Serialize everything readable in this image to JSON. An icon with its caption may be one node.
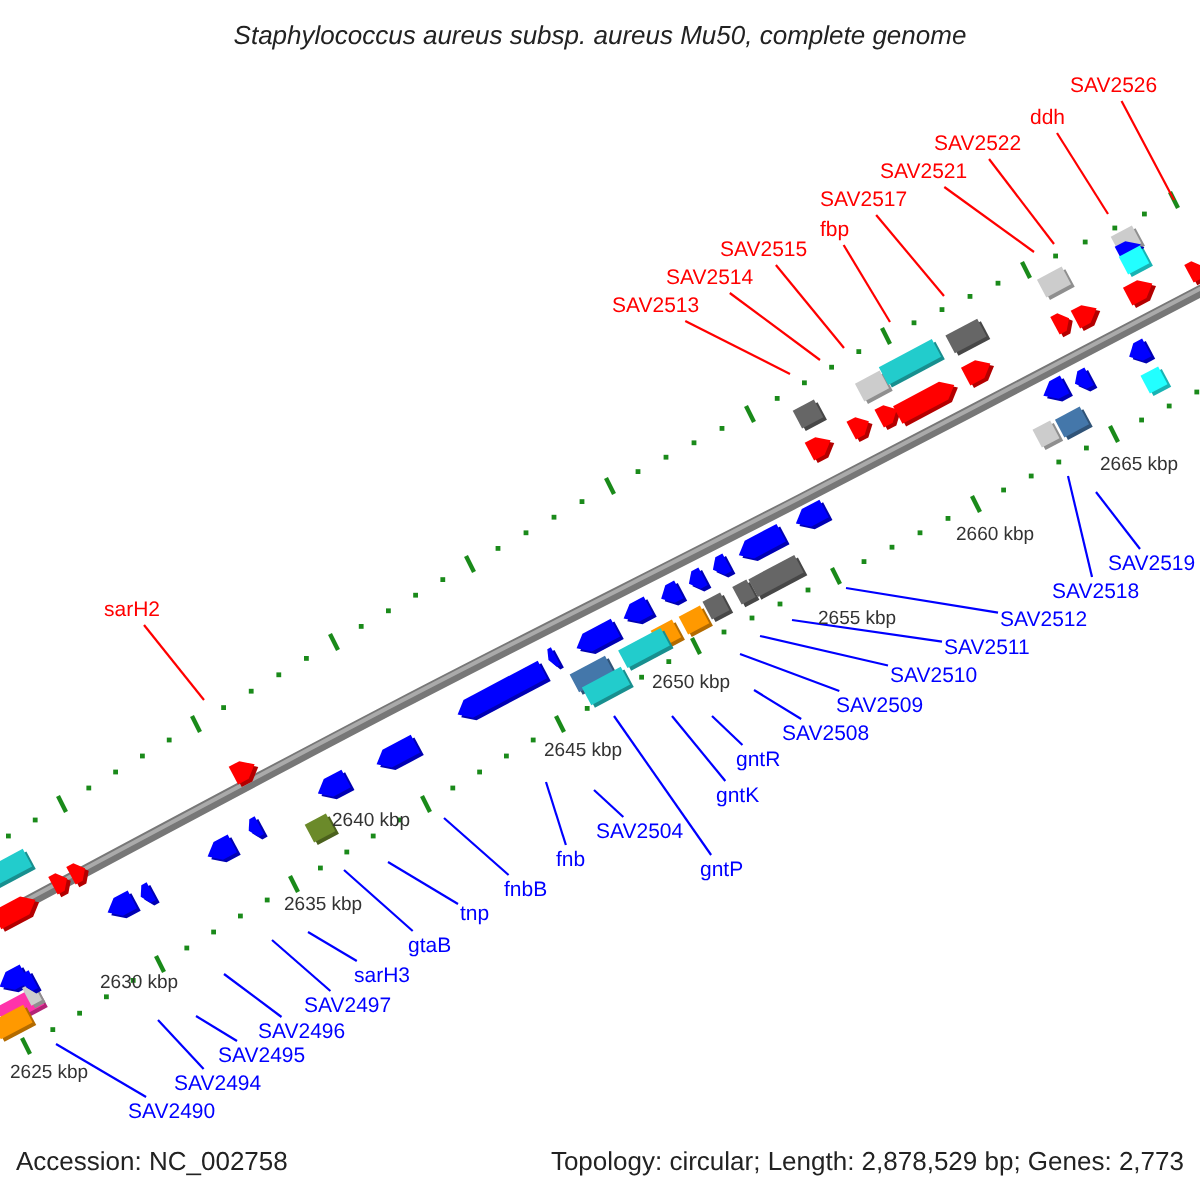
{
  "diagram": {
    "title": "Staphylococcus aureus subsp. aureus Mu50, complete genome",
    "nodes": [
      {
        "text": [
          "SAV2526"
        ]
      },
      {
        "text": [
          "ddh"
        ]
      },
      {
        "text": [
          "SAV2522"
        ]
      },
      {
        "text": [
          "SAV2521"
        ]
      },
      {
        "text": [
          "SAV2517"
        ]
      },
      {
        "text": [
          "fbp"
        ]
      },
      {
        "text": [
          "SAV2515"
        ]
      },
      {
        "text": [
          "SAV2514"
        ]
      },
      {
        "text": [
          "SAV2513"
        ]
      },
      {
        "text": [
          "sarH2"
        ]
      },
      {
        "text": [
          "SAV2519"
        ]
      },
      {
        "text": [
          "SAV2518"
        ]
      },
      {
        "text": [
          "SAV2512"
        ]
      },
      {
        "text": [
          "SAV2511"
        ]
      },
      {
        "text": [
          "SAV2510"
        ]
      },
      {
        "text": [
          "SAV2509"
        ]
      },
      {
        "text": [
          "SAV2508"
        ]
      },
      {
        "text": [
          "gntR"
        ]
      },
      {
        "text": [
          "gntK"
        ]
      },
      {
        "text": [
          "gntP"
        ]
      },
      {
        "text": [
          "SAV2504"
        ]
      },
      {
        "text": [
          "fnb"
        ]
      },
      {
        "text": [
          "fnbB"
        ]
      },
      {
        "text": [
          "tnp"
        ]
      },
      {
        "text": [
          "gtaB"
        ]
      },
      {
        "text": [
          "sarH3"
        ]
      },
      {
        "text": [
          "SAV2497"
        ]
      },
      {
        "text": [
          "SAV2496"
        ]
      },
      {
        "text": [
          "SAV2495"
        ]
      },
      {
        "text": [
          "SAV2494"
        ]
      },
      {
        "text": [
          "SAV2490"
        ]
      }
    ],
    "edges": [
      {
        "from": 0,
        "to": null,
        "arrow": "none",
        "color": "#ff0000"
      },
      {
        "from": 1,
        "to": null,
        "arrow": "none",
        "color": "#ff0000"
      },
      {
        "from": 2,
        "to": null,
        "arrow": "none",
        "color": "#ff0000"
      },
      {
        "from": 3,
        "to": null,
        "arrow": "none",
        "color": "#ff0000"
      },
      {
        "from": 4,
        "to": null,
        "arrow": "none",
        "color": "#ff0000"
      },
      {
        "from": 5,
        "to": null,
        "arrow": "none",
        "color": "#ff0000"
      },
      {
        "from": 6,
        "to": null,
        "arrow": "none",
        "color": "#ff0000"
      },
      {
        "from": 7,
        "to": null,
        "arrow": "none",
        "color": "#ff0000"
      },
      {
        "from": 8,
        "to": null,
        "arrow": "none",
        "color": "#ff0000"
      },
      {
        "from": 9,
        "to": null,
        "arrow": "none",
        "color": "#ff0000"
      },
      {
        "from": 10,
        "to": null,
        "arrow": "none"
      },
      {
        "from": 11,
        "to": null,
        "arrow": "none"
      },
      {
        "from": 12,
        "to": null,
        "arrow": "none"
      },
      {
        "from": 13,
        "to": null,
        "arrow": "none"
      },
      {
        "from": 14,
        "to": null,
        "arrow": "none"
      },
      {
        "from": 15,
        "to": null,
        "arrow": "none"
      },
      {
        "from": 16,
        "to": null,
        "arrow": "none"
      },
      {
        "from": 17,
        "to": null,
        "arrow": "none"
      },
      {
        "from": 18,
        "to": null,
        "arrow": "none"
      },
      {
        "from": 19,
        "to": null,
        "arrow": "none"
      },
      {
        "from": 20,
        "to": null,
        "arrow": "none"
      },
      {
        "from": 21,
        "to": null,
        "arrow": "none"
      },
      {
        "from": 22,
        "to": null,
        "arrow": "none"
      },
      {
        "from": 23,
        "to": null,
        "arrow": "none"
      },
      {
        "from": 24,
        "to": null,
        "arrow": "none"
      },
      {
        "from": 25,
        "to": null,
        "arrow": "none"
      },
      {
        "from": 26,
        "to": null,
        "arrow": "none"
      },
      {
        "from": 27,
        "to": null,
        "arrow": "none"
      },
      {
        "from": 28,
        "to": null,
        "arrow": "none"
      },
      {
        "from": 29,
        "to": null,
        "arrow": "none"
      },
      {
        "from": 30,
        "to": null,
        "arrow": "none"
      }
    ],
    "labels": [
      "2665 kbp",
      "2660 kbp",
      "2655 kbp",
      "2650 kbp",
      "2645 kbp",
      "2640 kbp",
      "2635 kbp",
      "2630 kbp",
      "2625 kbp",
      "Accession: NC_002758",
      "Topology: circular; Length: 2,878,529 bp; Genes: 2,773"
    ]
  }
}
